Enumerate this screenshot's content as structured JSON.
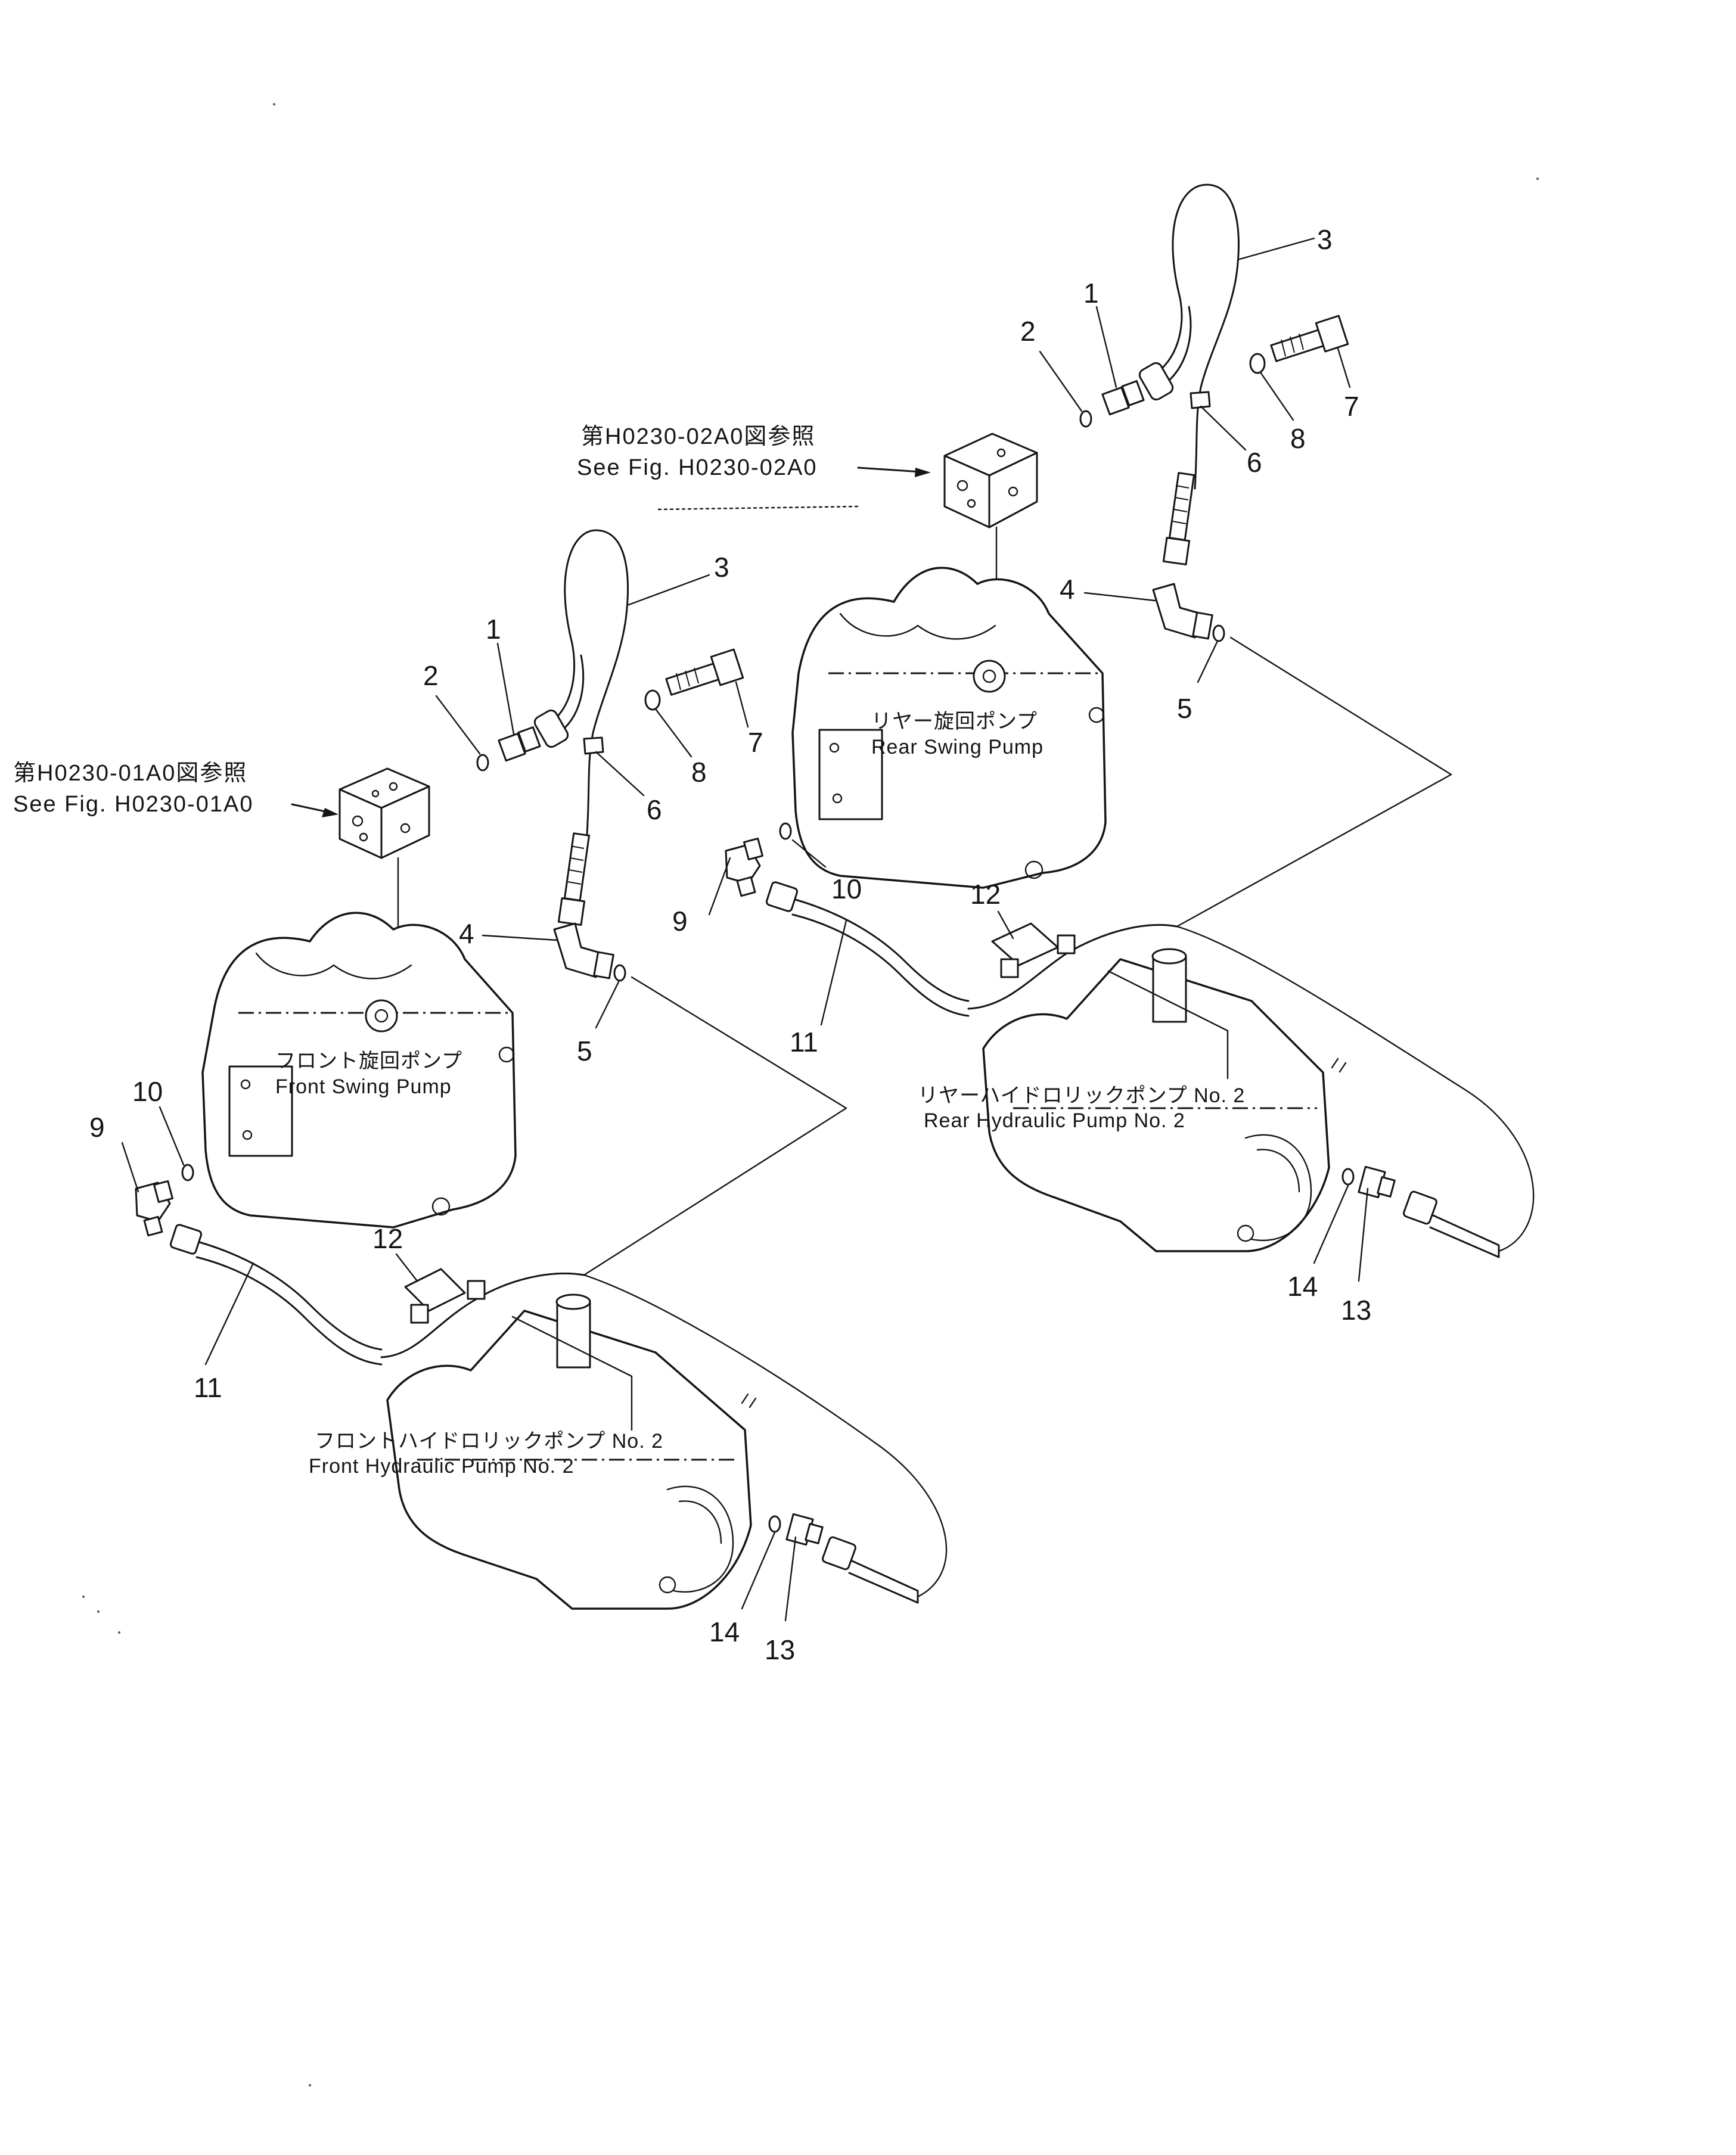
{
  "references": {
    "front": {
      "jp": "第H0230-01A0図参照",
      "en": "See  Fig.  H0230-01A0"
    },
    "rear": {
      "jp": "第H0230-02A0図参照",
      "en": "See  Fig.  H0230-02A0"
    }
  },
  "components": {
    "front_swing_pump": {
      "jp": "フロント旋回ポンプ",
      "en": "Front  Swing  Pump"
    },
    "rear_swing_pump": {
      "jp": "リヤー旋回ポンプ",
      "en": "Rear  Swing  Pump"
    },
    "front_hydraulic_pump": {
      "jp": "フロントハイドロリックポンプ  No. 2",
      "en": "Front  Hydraulic  Pump  No. 2"
    },
    "rear_hydraulic_pump": {
      "jp": "リヤーハイドロリックポンプ  No. 2",
      "en": "Rear  Hydraulic  Pump  No. 2"
    }
  },
  "callouts": {
    "front": [
      "1",
      "2",
      "3",
      "4",
      "5",
      "6",
      "7",
      "8",
      "9",
      "10",
      "11",
      "12",
      "13",
      "14"
    ],
    "rear": [
      "1",
      "2",
      "3",
      "4",
      "5",
      "6",
      "7",
      "8",
      "9",
      "10",
      "11",
      "12",
      "13",
      "14"
    ]
  }
}
